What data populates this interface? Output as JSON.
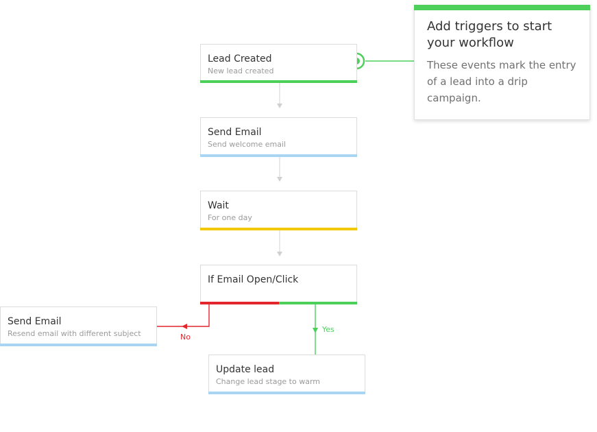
{
  "colors": {
    "trigger": "#4cd05a",
    "action": "#a9d5f2",
    "wait": "#f2c900",
    "no_branch": "#e3262d",
    "yes_branch": "#4cd05a",
    "connector": "#d0d0d0"
  },
  "nodes": {
    "lead_created": {
      "title": "Lead Created",
      "subtitle": "New lead created"
    },
    "send_email": {
      "title": "Send Email",
      "subtitle": "Send welcome email"
    },
    "wait": {
      "title": "Wait",
      "subtitle": "For one day"
    },
    "if_email": {
      "title": "If Email Open/Click"
    },
    "resend_email": {
      "title": "Send Email",
      "subtitle": "Resend email with different subject"
    },
    "update_lead": {
      "title": "Update lead",
      "subtitle": "Change lead stage to warm"
    }
  },
  "branches": {
    "no_label": "No",
    "yes_label": "Yes"
  },
  "tip": {
    "title": "Add triggers to start your workflow",
    "body": "These events mark the entry of a lead into a drip campaign."
  },
  "icons": {
    "trigger_handle": "radio-target-icon",
    "connector_arrow": "arrow-down-icon"
  }
}
